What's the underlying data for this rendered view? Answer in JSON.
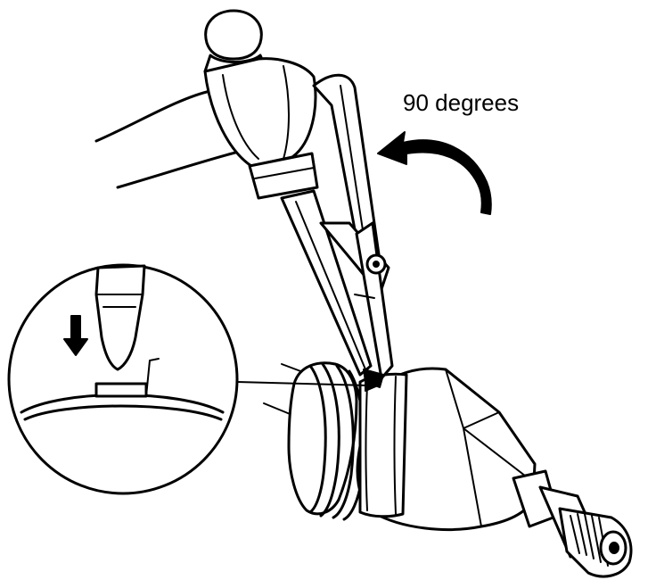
{
  "annotation": {
    "rotation_label": "90 degrees"
  },
  "colors": {
    "ink": "#000000",
    "paper": "#ffffff"
  },
  "icons": {
    "hammer": "hammer-icon",
    "pliers": "pliers-icon",
    "cv-joint": "cv-joint-housing",
    "detail": "magnifier-callout",
    "strike": "arrow-down-icon",
    "rotate": "curved-arrow-icon"
  }
}
